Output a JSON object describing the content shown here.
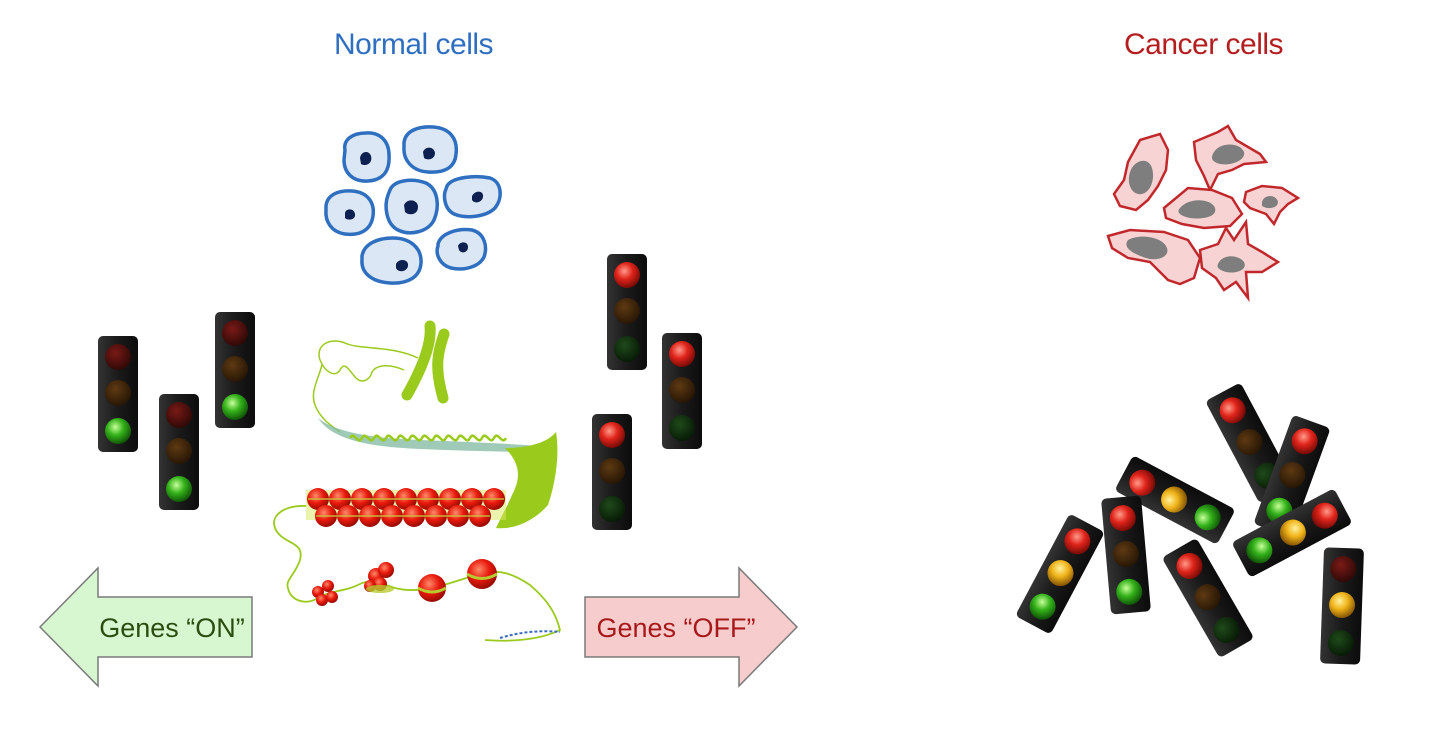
{
  "titles": {
    "normal": "Normal cells",
    "cancer": "Cancer cells"
  },
  "arrows": {
    "on_label": "Genes “ON”",
    "off_label": "Genes “OFF”"
  },
  "colors": {
    "normal_title": "#2f6fc0",
    "cancer_title": "#b51e1e",
    "normal_cell_fill": "#dce7f6",
    "normal_cell_stroke": "#2f6fc0",
    "normal_nucleus": "#0d2050",
    "cancer_cell_fill": "#f8d3d3",
    "cancer_cell_stroke": "#c0282b",
    "cancer_nucleus": "#7e7e7e",
    "arrow_on_fill": "#d6f7d0",
    "arrow_on_text": "#2c4d10",
    "arrow_off_fill": "#f6cccc",
    "arrow_off_text": "#a8191c",
    "chromatin_green": "#9acb1c",
    "nucleosome_red": "#e8190c"
  }
}
